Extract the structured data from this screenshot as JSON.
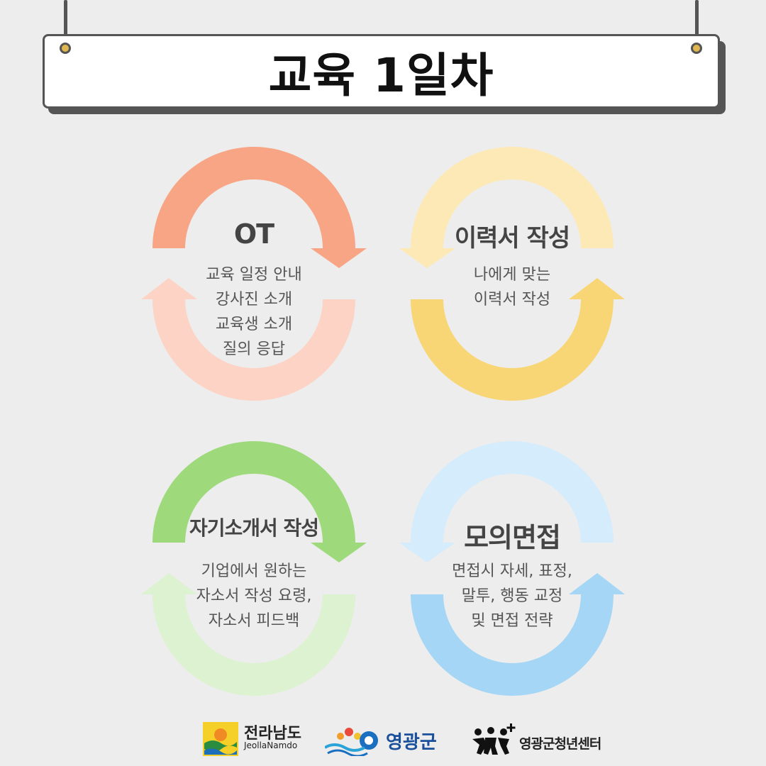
{
  "title": "교육 1일차",
  "sections": [
    {
      "label": "OT",
      "description": [
        "교육 일정 안내",
        "강사진 소개",
        "교육생 소개",
        "질의 응답"
      ],
      "top_color": "#f8a586",
      "bottom_color": "#fcd3c4"
    },
    {
      "label": "이력서 작성",
      "description": [
        "나에게 맞는",
        "이력서 작성"
      ],
      "top_color": "#fde9b5",
      "bottom_color": "#f8d676"
    },
    {
      "label": "자기소개서 작성",
      "description": [
        "기업에서 원하는",
        "자소서 작성 요령,",
        "자소서 피드백"
      ],
      "top_color": "#9ed97c",
      "bottom_color": "#dcf2d0"
    },
    {
      "label": "모의면접",
      "description": [
        "면접시 자세, 표정,",
        "말투, 행동 교정",
        "및 면접 전략"
      ],
      "top_color": "#d4ecfb",
      "bottom_color": "#a5d6f5"
    }
  ],
  "footer": {
    "jeonnam_kr": "전라남도",
    "jeonnam_en": "JeollaNamdo",
    "yeonggwang": "영광군",
    "youth_center": "영광군청년센터"
  }
}
